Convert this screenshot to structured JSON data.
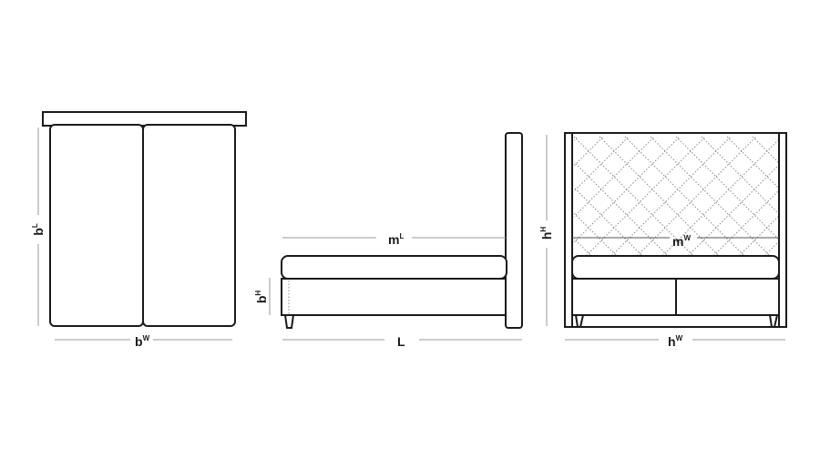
{
  "labels": {
    "top_length": {
      "main": "b",
      "sup": "L"
    },
    "top_width": {
      "main": "b",
      "sup": "W"
    },
    "base_height": {
      "main": "b",
      "sup": "H"
    },
    "mattress_length": {
      "main": "m",
      "sup": "L"
    },
    "total_length": {
      "main": "L",
      "sup": ""
    },
    "headboard_height": {
      "main": "h",
      "sup": "H"
    },
    "mattress_width": {
      "main": "m",
      "sup": "W"
    },
    "headboard_width": {
      "main": "h",
      "sup": "W"
    }
  },
  "colors": {
    "line": "#1a1a1a",
    "dimension": "#999999"
  }
}
